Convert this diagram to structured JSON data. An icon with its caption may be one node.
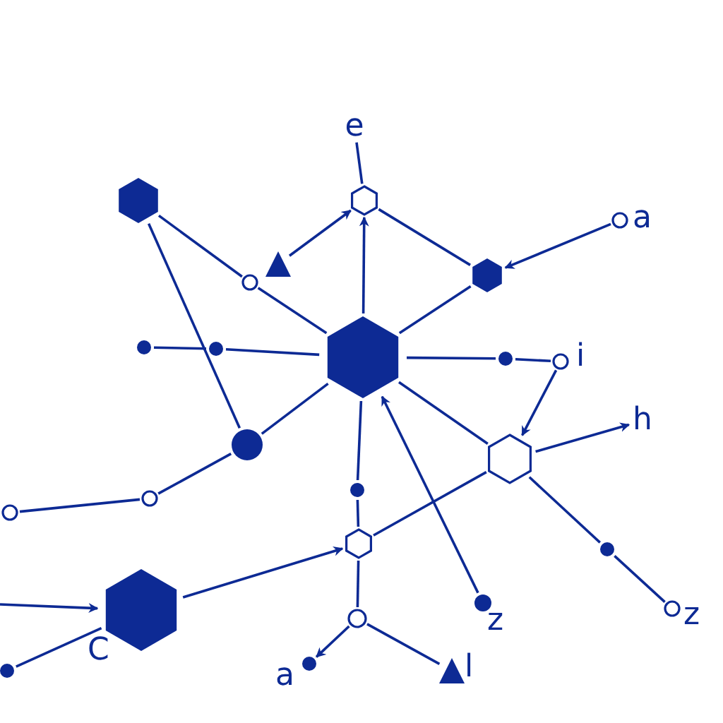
{
  "diagram": {
    "nodes": [
      {
        "text": [
          "e"
        ]
      },
      {
        "text": [],
        "shape": "hexagon"
      },
      {
        "text": [],
        "shape": "hexagon"
      },
      {
        "text": [],
        "shape": "circle",
        "beside": [
          "a"
        ]
      },
      {
        "text": [],
        "shape": "triangle"
      },
      {
        "text": [],
        "shape": "hexagon"
      },
      {
        "text": [],
        "shape": "circle"
      },
      {
        "text": [],
        "shape": "circle"
      },
      {
        "text": [],
        "shape": "circle"
      },
      {
        "text": [],
        "shape": "hexagon"
      },
      {
        "text": [],
        "shape": "circle"
      },
      {
        "text": [],
        "shape": "circle",
        "beside": [
          "i"
        ]
      },
      {
        "text": [
          "h"
        ]
      },
      {
        "text": [],
        "shape": "circle"
      },
      {
        "text": [],
        "shape": "hexagon"
      },
      {
        "text": [],
        "shape": "circle"
      },
      {
        "text": [],
        "shape": "circle"
      },
      {
        "text": [],
        "shape": "circle"
      },
      {
        "text": [],
        "shape": "hexagon"
      },
      {
        "text": [],
        "shape": "circle"
      },
      {
        "text": [],
        "shape": "circle",
        "beside": [
          "z"
        ]
      },
      {
        "text": [],
        "shape": "circle",
        "beside": [
          "z"
        ]
      },
      {
        "text": [],
        "shape": "hexagon",
        "beside": [
          "C"
        ]
      },
      {
        "text": [],
        "shape": "circle"
      },
      {
        "text": [],
        "shape": "circle",
        "beside": [
          "a"
        ]
      },
      {
        "text": [],
        "shape": "circle"
      },
      {
        "text": [],
        "shape": "triangle",
        "beside": [
          "l"
        ]
      }
    ],
    "edges": [
      {
        "from": 0,
        "to": 2,
        "arrow": "none"
      },
      {
        "from": 1,
        "to": 6,
        "arrow": "none"
      },
      {
        "from": 1,
        "to": 13,
        "arrow": "none"
      },
      {
        "from": 6,
        "to": 9,
        "arrow": "none"
      },
      {
        "from": 4,
        "to": 2,
        "arrow": "to"
      },
      {
        "from": 9,
        "to": 2,
        "arrow": "to"
      },
      {
        "from": 2,
        "to": 5,
        "arrow": "none"
      },
      {
        "from": 5,
        "to": 9,
        "arrow": "none"
      },
      {
        "from": 3,
        "to": 5,
        "arrow": "to"
      },
      {
        "from": 7,
        "to": 8,
        "arrow": "none"
      },
      {
        "from": 8,
        "to": 9,
        "arrow": "none"
      },
      {
        "from": 9,
        "to": 10,
        "arrow": "none"
      },
      {
        "from": 10,
        "to": 11,
        "arrow": "none"
      },
      {
        "from": 11,
        "to": 14,
        "arrow": "to"
      },
      {
        "from": 14,
        "to": 12,
        "arrow": "to"
      },
      {
        "from": 9,
        "to": 14,
        "arrow": "none"
      },
      {
        "from": 13,
        "to": 9,
        "arrow": "none"
      },
      {
        "from": 17,
        "to": 16,
        "arrow": "none"
      },
      {
        "from": 16,
        "to": 13,
        "arrow": "none"
      },
      {
        "from": 9,
        "to": 15,
        "arrow": "none"
      },
      {
        "from": 15,
        "to": 18,
        "arrow": "none"
      },
      {
        "from": 18,
        "to": 14,
        "arrow": "none"
      },
      {
        "from": 22,
        "to": 18,
        "arrow": "to"
      },
      {
        "from": null,
        "to": 22,
        "arrow": "to"
      },
      {
        "from": 25,
        "to": 22,
        "arrow": "none"
      },
      {
        "from": 18,
        "to": 23,
        "arrow": "none"
      },
      {
        "from": 23,
        "to": 24,
        "arrow": "to"
      },
      {
        "from": 23,
        "to": 26,
        "arrow": "none"
      },
      {
        "from": 20,
        "to": 9,
        "arrow": "to"
      },
      {
        "from": 14,
        "to": 19,
        "arrow": "none"
      },
      {
        "from": 19,
        "to": 21,
        "arrow": "none"
      }
    ]
  }
}
